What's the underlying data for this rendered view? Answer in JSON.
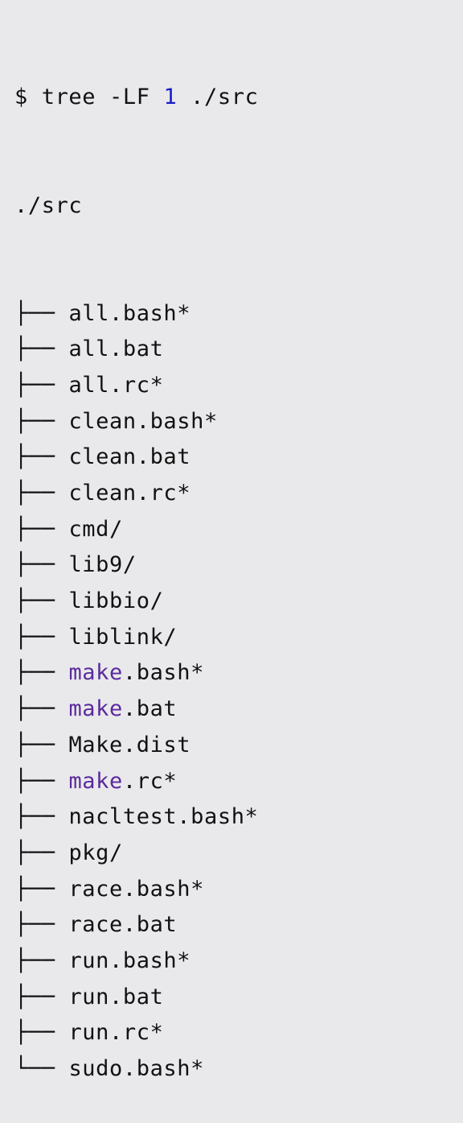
{
  "command": {
    "prompt": "$",
    "program": "tree",
    "flags": "-LF",
    "depth": "1",
    "path": "./src"
  },
  "root": "./src",
  "colors": {
    "background": "#e9e9ec",
    "text": "#111111",
    "number": "#1c1cc9",
    "highlight": "#5b2a9c"
  },
  "entries": [
    {
      "branch": "├──",
      "pre": "",
      "hl": "",
      "post": "all.bash*"
    },
    {
      "branch": "├──",
      "pre": "",
      "hl": "",
      "post": "all.bat"
    },
    {
      "branch": "├──",
      "pre": "",
      "hl": "",
      "post": "all.rc*"
    },
    {
      "branch": "├──",
      "pre": "",
      "hl": "",
      "post": "clean.bash*"
    },
    {
      "branch": "├──",
      "pre": "",
      "hl": "",
      "post": "clean.bat"
    },
    {
      "branch": "├──",
      "pre": "",
      "hl": "",
      "post": "clean.rc*"
    },
    {
      "branch": "├──",
      "pre": "",
      "hl": "",
      "post": "cmd/"
    },
    {
      "branch": "├──",
      "pre": "",
      "hl": "",
      "post": "lib9/"
    },
    {
      "branch": "├──",
      "pre": "",
      "hl": "",
      "post": "libbio/"
    },
    {
      "branch": "├──",
      "pre": "",
      "hl": "",
      "post": "liblink/"
    },
    {
      "branch": "├──",
      "pre": "",
      "hl": "make",
      "post": ".bash*"
    },
    {
      "branch": "├──",
      "pre": "",
      "hl": "make",
      "post": ".bat"
    },
    {
      "branch": "├──",
      "pre": "",
      "hl": "",
      "post": "Make.dist"
    },
    {
      "branch": "├──",
      "pre": "",
      "hl": "make",
      "post": ".rc*"
    },
    {
      "branch": "├──",
      "pre": "",
      "hl": "",
      "post": "nacltest.bash*"
    },
    {
      "branch": "├──",
      "pre": "",
      "hl": "",
      "post": "pkg/"
    },
    {
      "branch": "├──",
      "pre": "",
      "hl": "",
      "post": "race.bash*"
    },
    {
      "branch": "├──",
      "pre": "",
      "hl": "",
      "post": "race.bat"
    },
    {
      "branch": "├──",
      "pre": "",
      "hl": "",
      "post": "run.bash*"
    },
    {
      "branch": "├──",
      "pre": "",
      "hl": "",
      "post": "run.bat"
    },
    {
      "branch": "├──",
      "pre": "",
      "hl": "",
      "post": "run.rc*"
    },
    {
      "branch": "└──",
      "pre": "",
      "hl": "",
      "post": "sudo.bash*"
    }
  ]
}
